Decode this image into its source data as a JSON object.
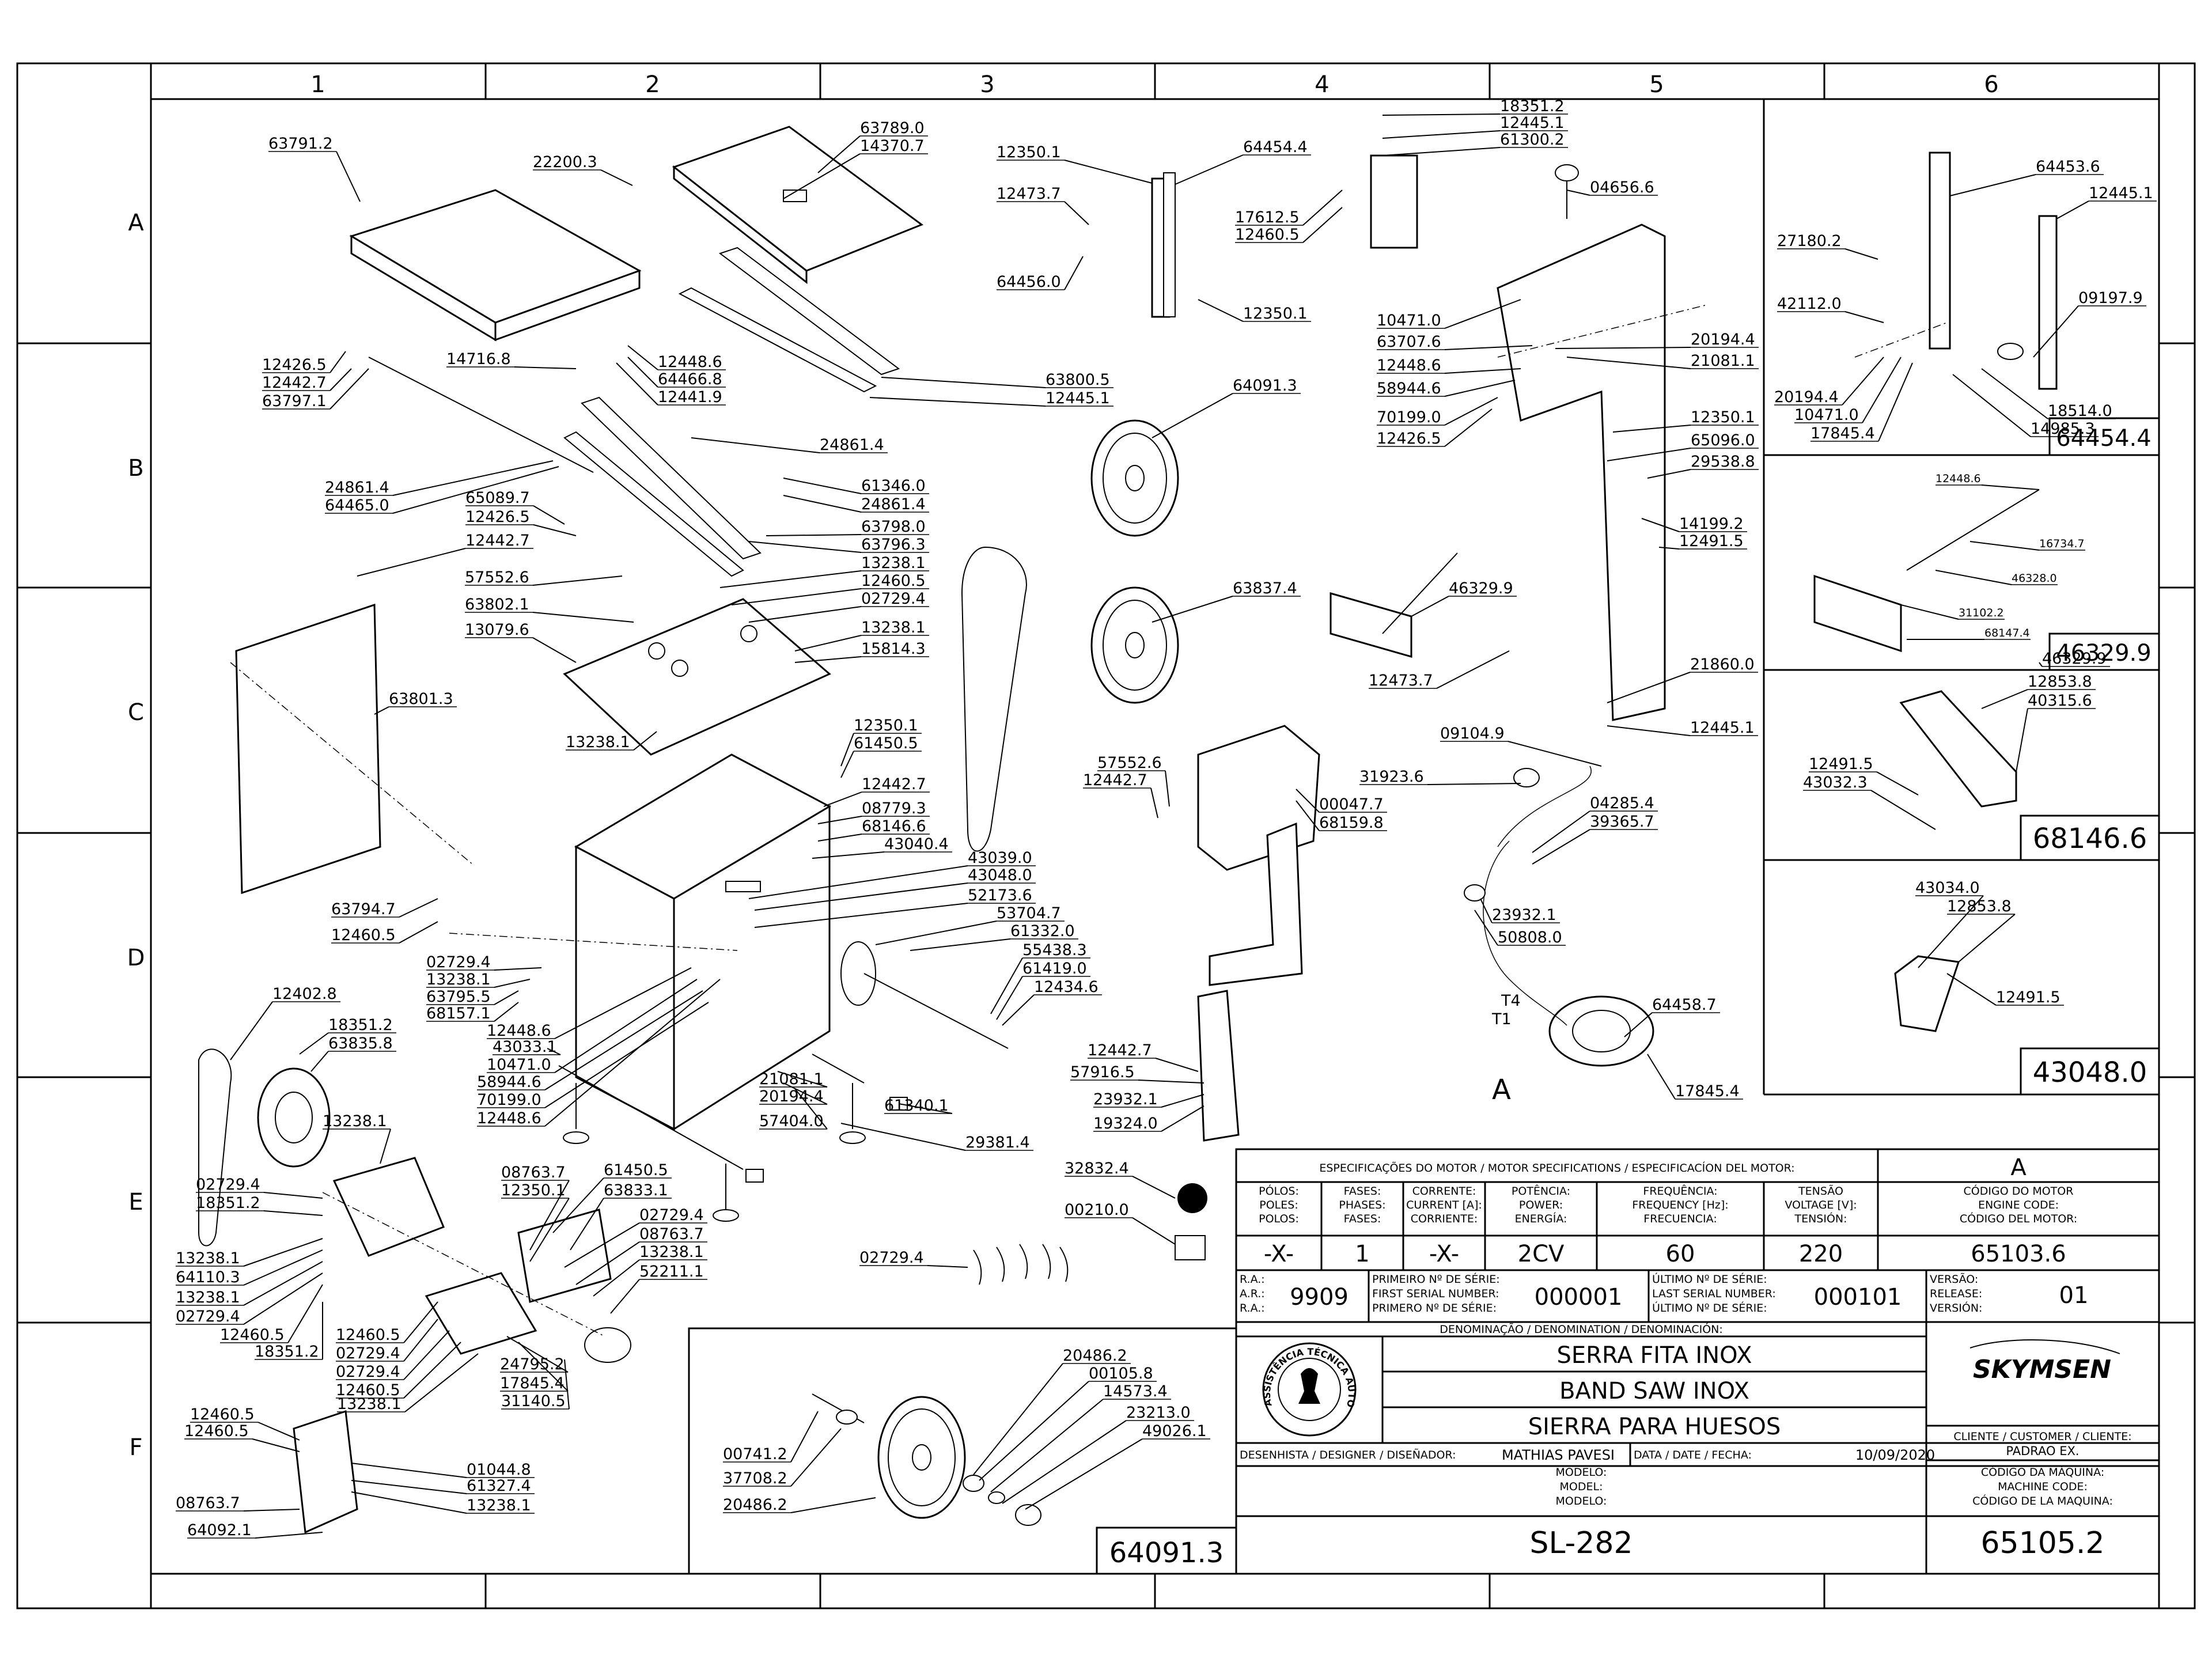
{
  "grid": {
    "columns": [
      "1",
      "2",
      "3",
      "4",
      "5",
      "6"
    ],
    "rows": [
      "A",
      "B",
      "C",
      "D",
      "E",
      "F"
    ]
  },
  "callouts": [
    "63791.2",
    "22200.3",
    "63789.0",
    "14370.7",
    "12350.1",
    "64454.4",
    "18351.2",
    "12445.1",
    "61300.2",
    "12473.7",
    "17612.5",
    "12460.5",
    "04656.6",
    "64456.0",
    "12350.1",
    "12426.5",
    "12442.7",
    "63797.1",
    "14716.8",
    "12448.6",
    "64466.8",
    "12441.9",
    "63800.5",
    "12445.1",
    "10471.0",
    "63707.6",
    "12448.6",
    "58944.6",
    "70199.0",
    "12426.5",
    "20194.4",
    "21081.1",
    "64091.3",
    "24861.4",
    "24861.4",
    "64465.0",
    "61346.0",
    "24861.4",
    "63798.0",
    "63796.3",
    "12350.1",
    "65096.0",
    "29538.8",
    "65089.7",
    "12426.5",
    "12442.7",
    "13238.1",
    "12460.5",
    "57552.6",
    "02729.4",
    "63802.1",
    "13079.6",
    "13238.1",
    "15814.3",
    "63837.4",
    "46329.9",
    "12473.7",
    "14199.2",
    "12491.5",
    "46329.9",
    "63801.3",
    "13238.1",
    "12350.1",
    "61450.5",
    "21860.0",
    "12445.1",
    "09104.9",
    "57552.6",
    "12442.7",
    "00047.7",
    "68159.8",
    "31923.6",
    "04285.4",
    "39365.7",
    "12442.7",
    "08779.3",
    "68146.6",
    "43040.4",
    "43039.0",
    "43048.0",
    "52173.6",
    "53704.7",
    "61332.0",
    "55438.3",
    "61419.0",
    "12434.6",
    "63794.7",
    "12460.5",
    "02729.4",
    "13238.1",
    "63795.5",
    "68157.1",
    "12448.6",
    "43033.1",
    "10471.0",
    "58944.6",
    "70199.0",
    "12448.6",
    "23932.1",
    "50808.0",
    "64458.7",
    "17845.4",
    "12402.8",
    "18351.2",
    "63835.8",
    "21081.1",
    "20194.4",
    "57404.0",
    "61340.1",
    "29381.4",
    "12442.7",
    "57916.5",
    "23932.1",
    "19324.0",
    "13238.1",
    "02729.4",
    "18351.2",
    "08763.7",
    "12350.1",
    "61450.5",
    "63833.1",
    "02729.4",
    "08763.7",
    "13238.1",
    "52211.1",
    "13238.1",
    "64110.3",
    "13238.1",
    "02729.4",
    "12460.5",
    "18351.2",
    "12460.5",
    "02729.4",
    "02729.4",
    "12460.5",
    "13238.1",
    "24795.2",
    "17845.4",
    "31140.5",
    "32832.4",
    "00210.0",
    "02729.4",
    "12460.5",
    "12460.5",
    "01044.8",
    "61327.4",
    "13238.1",
    "08763.7",
    "64092.1",
    "00741.2",
    "37708.2",
    "20486.2",
    "20486.2",
    "00105.8",
    "14573.4",
    "23213.0",
    "49026.1",
    "64453.6",
    "12445.1",
    "27180.2",
    "42112.0",
    "09197.9",
    "20194.4",
    "10471.0",
    "17845.4",
    "18514.0",
    "14985.3",
    "12448.6",
    "16734.7",
    "46328.0",
    "31102.2",
    "68147.4",
    "12853.8",
    "40315.6",
    "12491.5",
    "43032.3",
    "43034.0",
    "12853.8",
    "12491.5"
  ],
  "panel_titles": [
    "64454.4",
    "46329.9",
    "68146.6",
    "43048.0",
    "64091.3"
  ],
  "motor_labels": {
    "a": "A",
    "t4": "T4",
    "t1": "T1"
  },
  "motor_spec": {
    "header": "ESPECIFICAÇÕES DO MOTOR / MOTOR SPECIFICATIONS / ESPECIFICACÍON DEL MOTOR:",
    "poles": [
      "PÓLOS:",
      "POLES:",
      "POLOS:"
    ],
    "phases": [
      "FASES:",
      "PHASES:",
      "FASES:"
    ],
    "current": [
      "CORRENTE:",
      "CURRENT [A]:",
      "CORRIENTE:"
    ],
    "power": [
      "POTÊNCIA:",
      "POWER:",
      "ENERGÍA:"
    ],
    "frequency": [
      "FREQUÊNCIA:",
      "FREQUENCY [Hz]:",
      "FRECUENCIA:"
    ],
    "voltage": [
      "TENSÃO",
      "VOLTAGE [V]:",
      "TENSIÓN:"
    ],
    "values": {
      "poles": "-X-",
      "phases": "1",
      "current": "-X-",
      "power": "2CV",
      "frequency": "60",
      "voltage": "220"
    },
    "code_letter": "A",
    "code_label": [
      "CÓDIGO DO MOTOR",
      "ENGINE CODE:",
      "CÓDIGO DEL MOTOR:"
    ],
    "code": "65103.6"
  },
  "registration": {
    "ra_label": [
      "R.A.:",
      "A.R.:",
      "R.A.:"
    ],
    "ra": "9909",
    "first_serial_label": [
      "PRIMEIRO Nº DE SÉRIE:",
      "FIRST SERIAL NUMBER:",
      "PRIMERO Nº DE SÉRIE:"
    ],
    "first_serial": "000001",
    "last_serial_label": [
      "ÚLTIMO Nº DE SÉRIE:",
      "LAST SERIAL NUMBER:",
      "ÚLTIMO Nº DE SÉRIE:"
    ],
    "last_serial": "000101",
    "version_label": [
      "VERSÃO:",
      "RELEASE:",
      "VERSIÓN:"
    ],
    "version": "01"
  },
  "denomination": {
    "label": "DENOMINAÇÃO / DENOMINATION / DENOMINACIÓN:",
    "names": [
      "SERRA FITA INOX",
      "BAND SAW INOX",
      "SIERRA PARA HUESOS"
    ]
  },
  "stamp_text": "ASSISTÊNCIA TÉCNICA AUTORIZADA",
  "brand": "SKYMSEN",
  "designer": {
    "label": "DESENHISTA / DESIGNER / DISEÑADOR:",
    "name": "MATHIAS PAVESI"
  },
  "date": {
    "label": "DATA / DATE / FECHA:",
    "value": "10/09/2020"
  },
  "customer": {
    "label": "CLIENTE / CUSTOMER / CLIENTE:",
    "value": "PADRAO EX."
  },
  "model": {
    "label": [
      "MODELO:",
      "MODEL:",
      "MODELO:"
    ],
    "value": "SL-282"
  },
  "machine_code": {
    "label": [
      "CÓDIGO DA MÁQUINA:",
      "MACHINE CODE:",
      "CÓDIGO DE LA MAQUINA:"
    ],
    "value": "65105.2"
  }
}
